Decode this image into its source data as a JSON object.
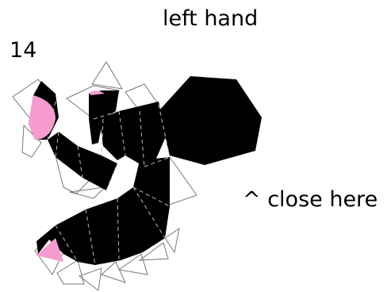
{
  "title": "left hand",
  "page_number": "14",
  "hint": "^ close here",
  "colors": {
    "part_fill": "#000000",
    "finger_tip": "#f79bd0",
    "outline": "#777777",
    "fold_line": "#bbbbbb"
  }
}
